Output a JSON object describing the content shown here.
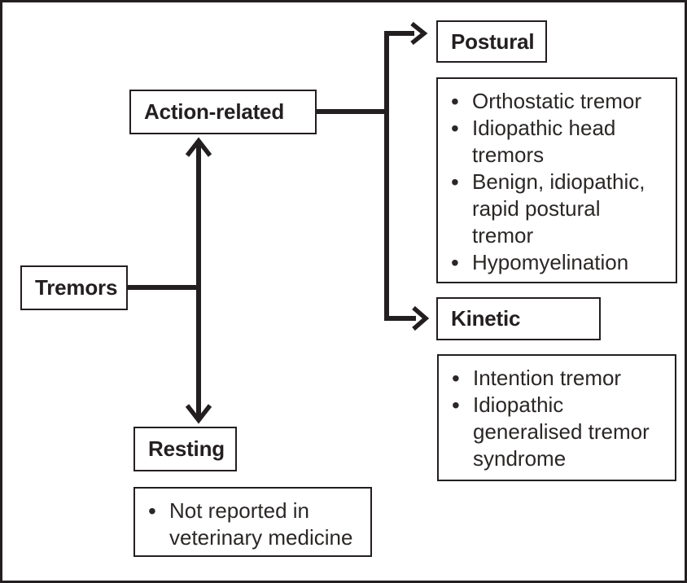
{
  "figure": {
    "nodes": {
      "tremors": {
        "label": "Tremors"
      },
      "action": {
        "label": "Action-related"
      },
      "postural": {
        "label": "Postural"
      },
      "kinetic": {
        "label": "Kinetic"
      },
      "resting": {
        "label": "Resting"
      }
    },
    "lists": {
      "postural": {
        "items": [
          "Orthostatic tremor",
          "Idiopathic head tremors",
          "Benign, idiopathic, rapid postural tremor",
          "Hypomyelination"
        ]
      },
      "kinetic": {
        "items": [
          "Intention tremor",
          "Idiopathic generalised tremor syndrome"
        ]
      },
      "resting": {
        "items": [
          "Not reported in veterinary medicine"
        ]
      }
    },
    "icons": {
      "bullet": "•"
    },
    "colors": {
      "ink": "#231f20",
      "background": "#ffffff"
    }
  }
}
